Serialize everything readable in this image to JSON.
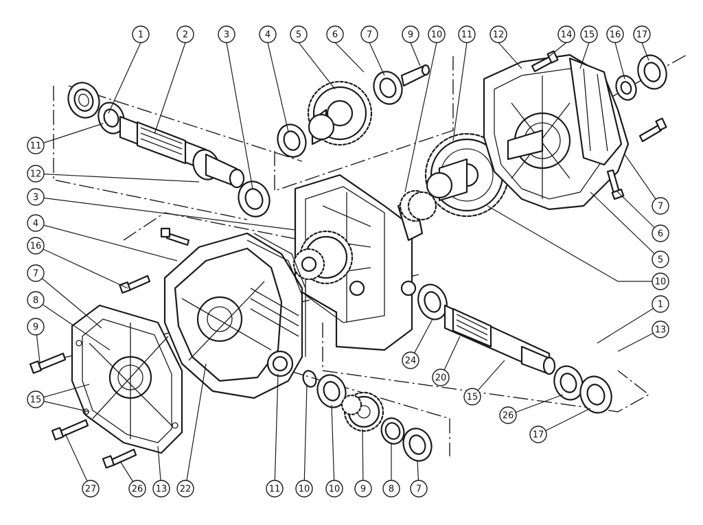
{
  "colors": {
    "ink": "#1a1a1a",
    "paper": "#ffffff"
  },
  "callouts": [
    {
      "label": "1"
    },
    {
      "label": "2"
    },
    {
      "label": "3"
    },
    {
      "label": "4"
    },
    {
      "label": "5"
    },
    {
      "label": "6"
    },
    {
      "label": "7"
    },
    {
      "label": "9"
    },
    {
      "label": "10"
    },
    {
      "label": "11"
    },
    {
      "label": "12"
    },
    {
      "label": "14"
    },
    {
      "label": "15"
    },
    {
      "label": "16"
    },
    {
      "label": "17"
    },
    {
      "label": "11"
    },
    {
      "label": "12"
    },
    {
      "label": "3"
    },
    {
      "label": "4"
    },
    {
      "label": "16"
    },
    {
      "label": "7"
    },
    {
      "label": "8"
    },
    {
      "label": "9"
    },
    {
      "label": "15"
    },
    {
      "label": "7"
    },
    {
      "label": "6"
    },
    {
      "label": "5"
    },
    {
      "label": "10"
    },
    {
      "label": "1"
    },
    {
      "label": "13"
    },
    {
      "label": "24"
    },
    {
      "label": "20"
    },
    {
      "label": "15"
    },
    {
      "label": "26"
    },
    {
      "label": "17"
    },
    {
      "label": "27"
    },
    {
      "label": "26"
    },
    {
      "label": "13"
    },
    {
      "label": "22"
    },
    {
      "label": "11"
    },
    {
      "label": "10"
    },
    {
      "label": "10"
    },
    {
      "label": "9"
    },
    {
      "label": "8"
    },
    {
      "label": "7"
    }
  ]
}
